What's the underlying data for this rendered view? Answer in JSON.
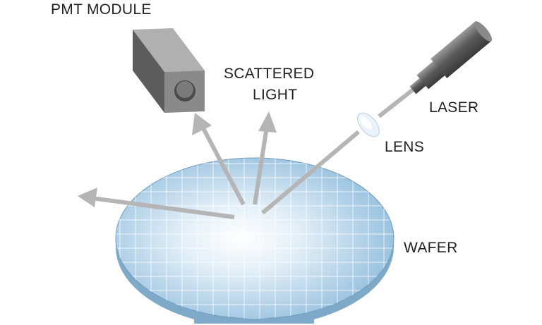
{
  "labels": {
    "pmt": "PMT MODULE",
    "scattered_line1": "SCATTERED",
    "scattered_line2": "LIGHT",
    "laser": "LASER",
    "lens": "LENS",
    "wafer": "WAFER"
  },
  "colors": {
    "beam": "#b5b5b5",
    "wafer_edge": "#7fa9c9",
    "box": "#6d6d6d"
  }
}
